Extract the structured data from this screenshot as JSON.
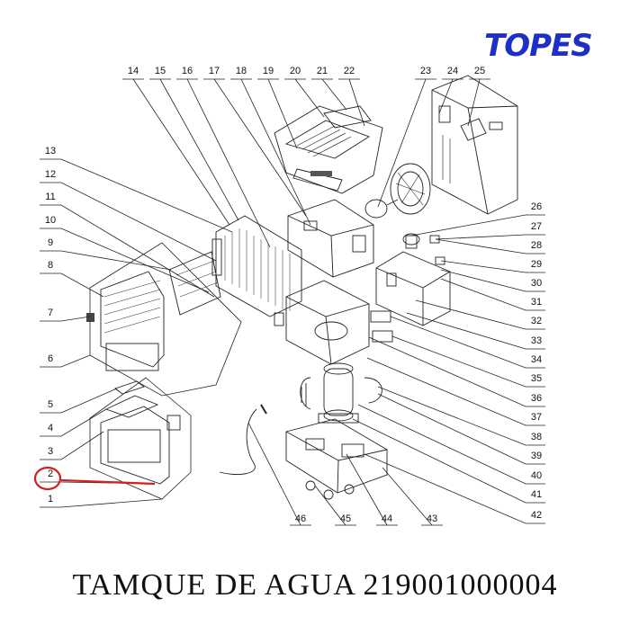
{
  "brand": {
    "logo_text": "TOPES",
    "color": "#1e2fc8"
  },
  "caption": {
    "text": "TAMQUE DE AGUA 219001000004"
  },
  "highlight": {
    "part_number": "2",
    "color": "#d42020"
  },
  "callouts": {
    "top": [
      "14",
      "15",
      "16",
      "17",
      "18",
      "19",
      "20",
      "21",
      "22",
      "23",
      "24",
      "25"
    ],
    "left": [
      "13",
      "12",
      "11",
      "10",
      "9",
      "8",
      "7",
      "6",
      "5",
      "4",
      "3",
      "2",
      "1"
    ],
    "right": [
      "26",
      "27",
      "28",
      "29",
      "30",
      "31",
      "32",
      "33",
      "34",
      "35",
      "36",
      "37",
      "38",
      "39",
      "40",
      "41",
      "42"
    ],
    "bottom": [
      "46",
      "45",
      "44",
      "43"
    ]
  }
}
